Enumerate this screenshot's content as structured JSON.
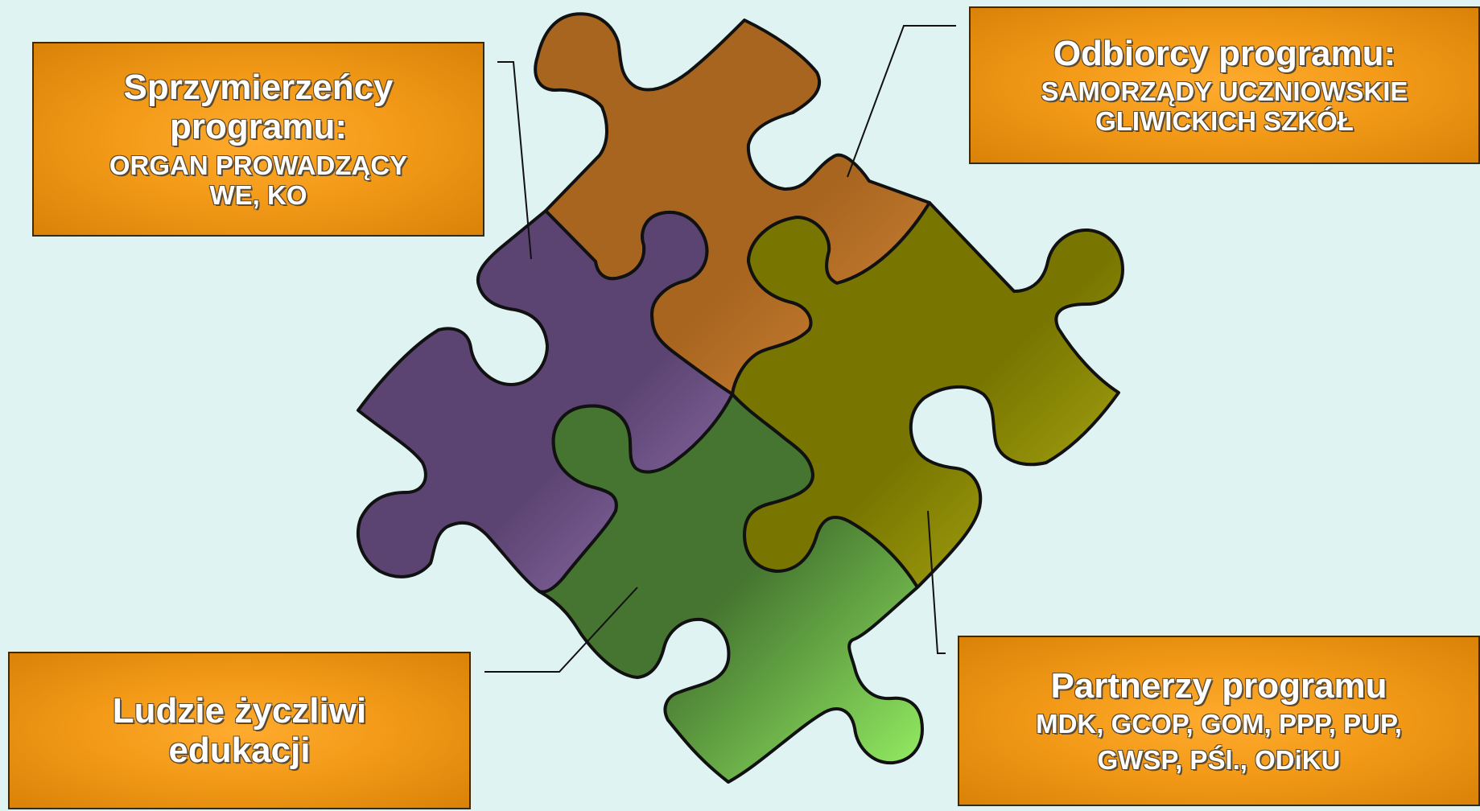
{
  "boxes": {
    "allies": {
      "title": "Sprzymierzeńcy programu:",
      "subtitle_lines": [
        "ORGAN PROWADZĄCY",
        "WE, KO"
      ]
    },
    "recipients": {
      "title": "Odbiorcy programu:",
      "subtitle_lines": [
        "SAMORZĄDY UCZNIOWSKIE",
        "GLIWICKICH SZKÓŁ"
      ]
    },
    "people": {
      "title_lines": [
        "Ludzie życzliwi",
        "edukacji"
      ]
    },
    "partners": {
      "title": "Partnerzy programu",
      "subtitle_lines": [
        "MDK, GCOP, GOM, PPP, PUP,",
        "GWSP, PŚl., ODiKU"
      ]
    }
  },
  "puzzle": {
    "pieces": [
      {
        "name": "orange-piece",
        "color": "#a8651f",
        "highlight": "#c77a2b"
      },
      {
        "name": "purple-piece",
        "color": "#5c4472",
        "highlight": "#8a6ba8"
      },
      {
        "name": "olive-piece",
        "color": "#787600",
        "highlight": "#a8a812"
      },
      {
        "name": "green-piece",
        "color": "#457530",
        "highlight": "#8fe25a"
      }
    ],
    "outline_color": "#111111"
  },
  "colors": {
    "background": "#dff3f2",
    "box_fill": "#f39a18",
    "box_text": "#ffffff"
  }
}
